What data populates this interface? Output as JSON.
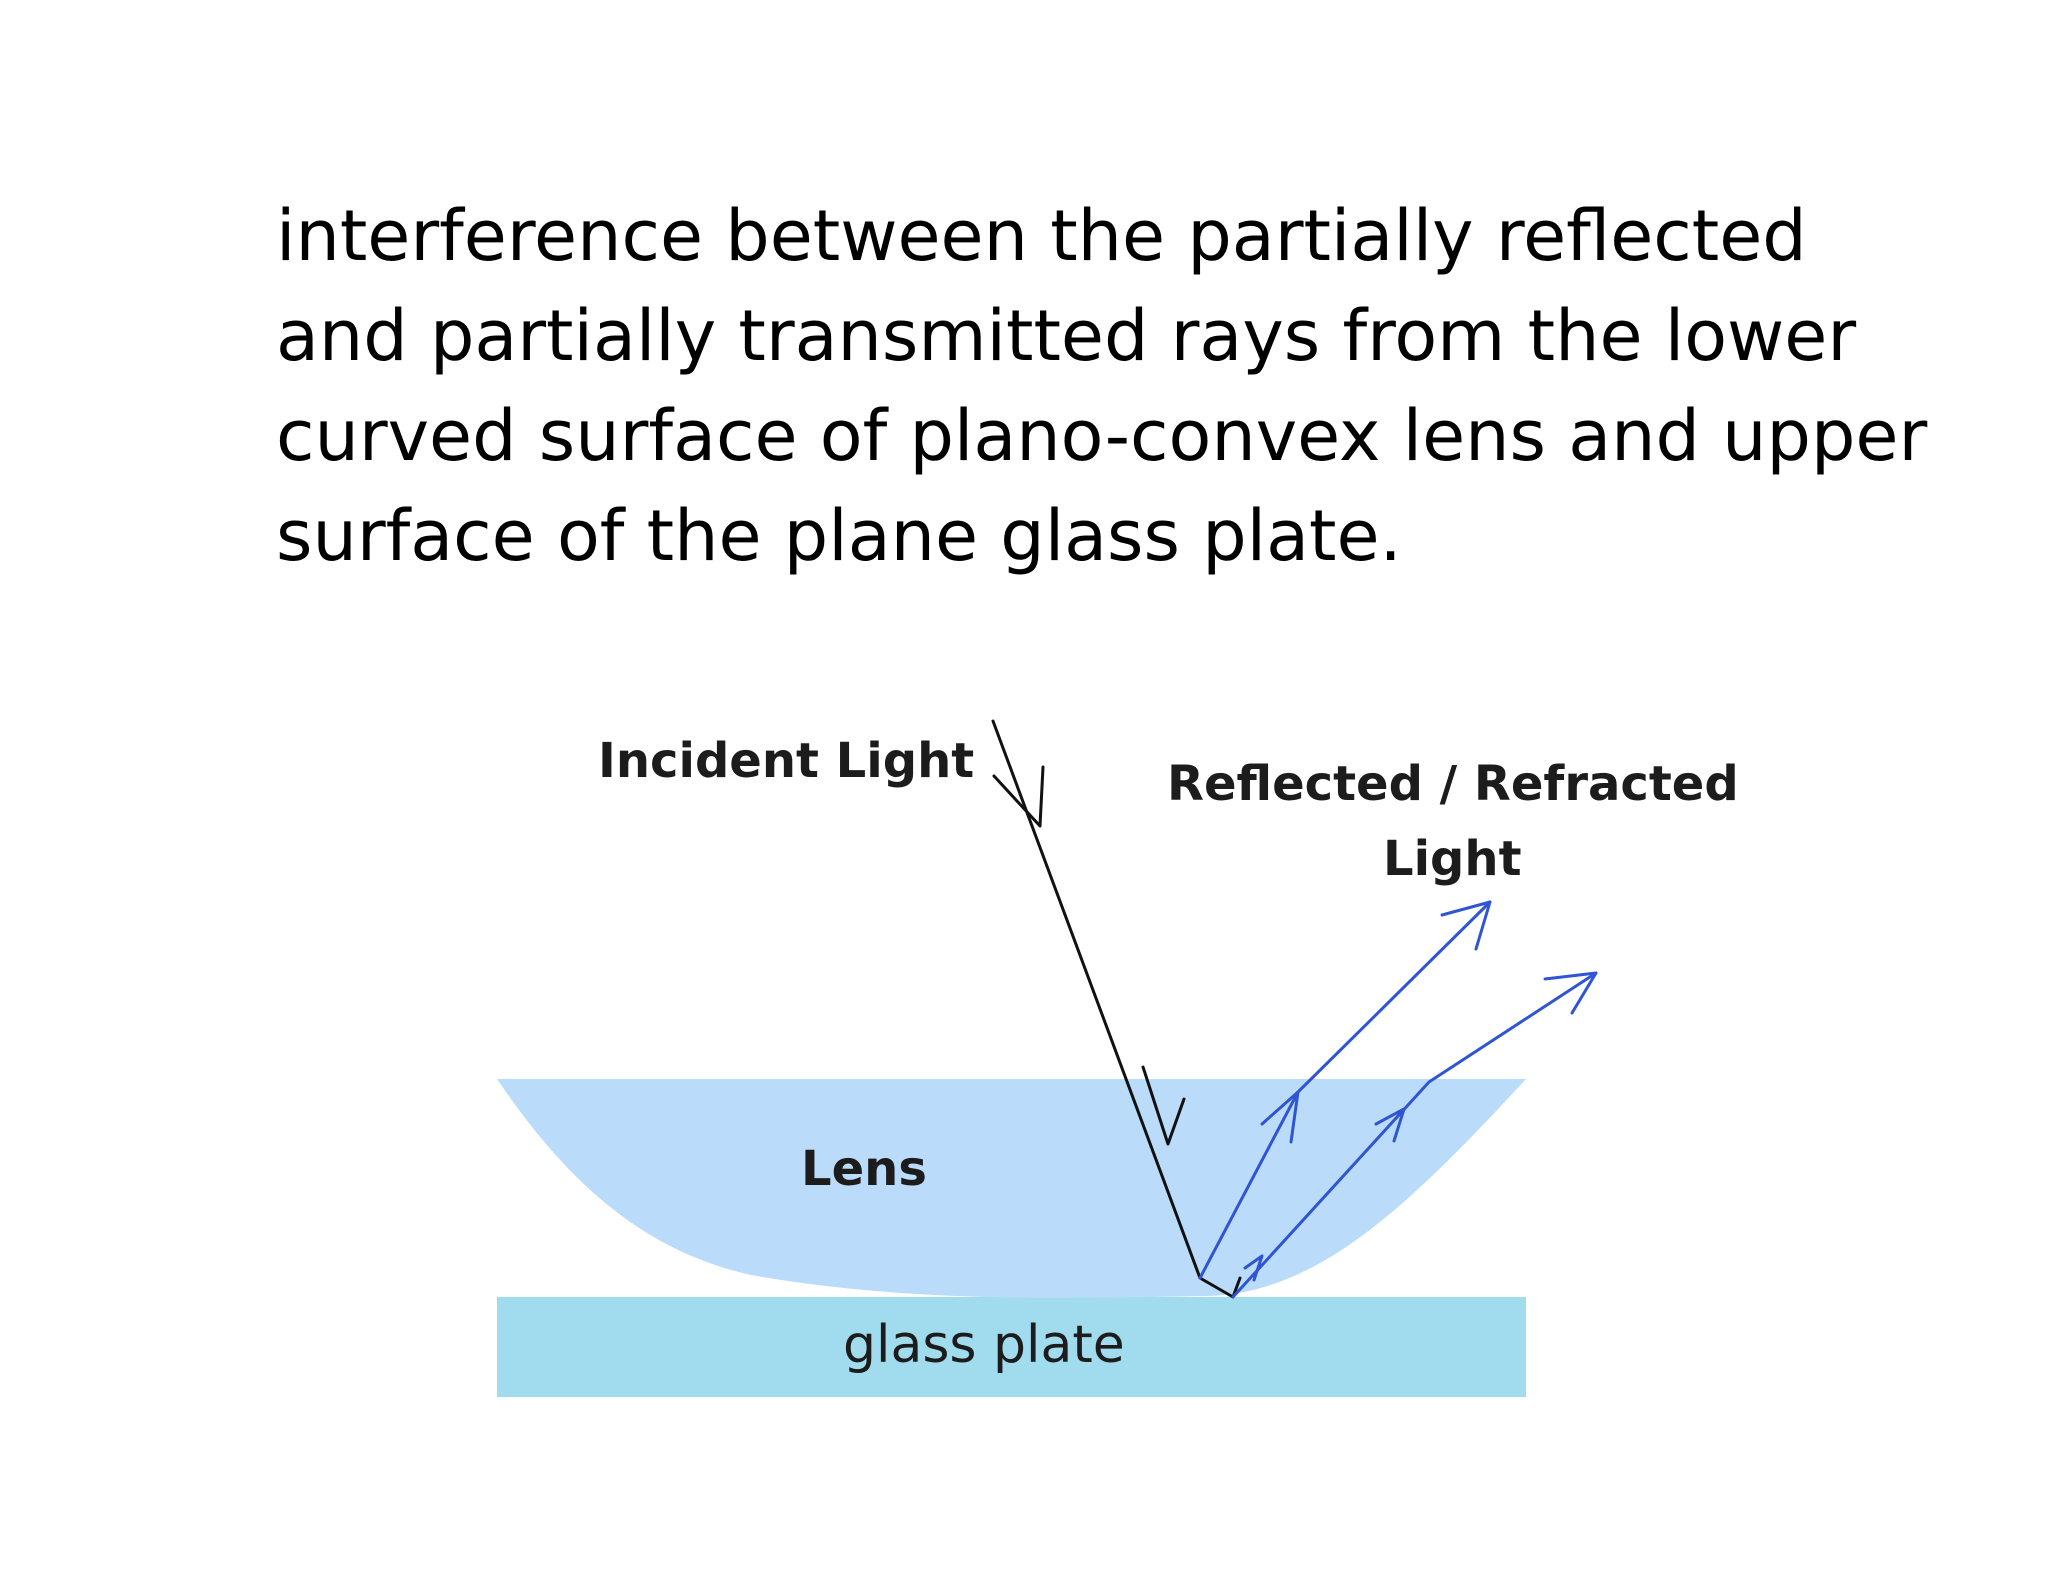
{
  "text": {
    "lines": [
      "interference between the partially reflected",
      "and partially transmitted rays from the lower",
      "curved surface of plano-convex lens and upper",
      "surface of the plane glass plate."
    ]
  },
  "diagram": {
    "labels": {
      "incident": "Incident Light",
      "reflected_line1": "Reflected / Refracted",
      "reflected_line2": "Light",
      "lens": "Lens",
      "plate": "glass plate"
    },
    "colors": {
      "lens_fill": "#badcfa",
      "plate_fill": "#a0dbee",
      "incident_ray": "#111111",
      "reflected_ray": "#2f55d4",
      "label_text": "#1c1c1c"
    }
  }
}
